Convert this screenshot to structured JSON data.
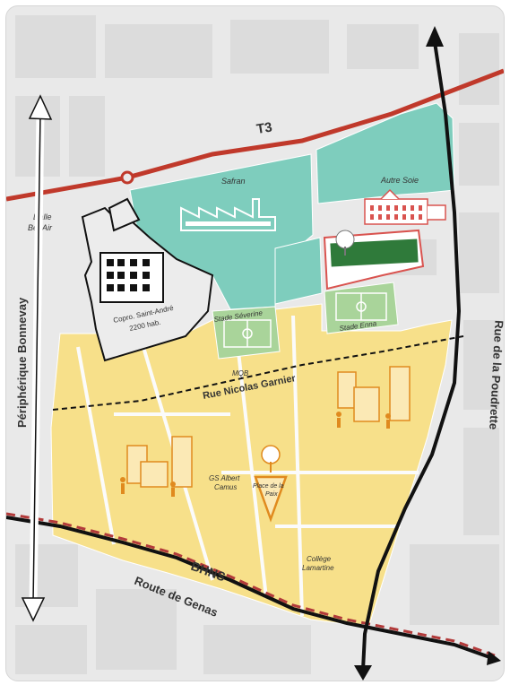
{
  "labels": {
    "t3": "T3",
    "bhns": "BHNS",
    "safran": "Safran",
    "autre_soie": "Autre Soie",
    "dalle_line1": "Dalle",
    "dalle_line2": "Bel-Air",
    "copro_line1": "Copro. Saint-André",
    "copro_line2": "2200 hab.",
    "stade_severine": "Stade Séverine",
    "stade_enna": "Stade Enna",
    "mqb": "MQB",
    "rue_nicolas_garnier": "Rue Nicolas Garnier",
    "peripherique": "Périphérique Bonnevay",
    "rue_poudrette": "Rue de la Poudrette",
    "route_genas": "Route de Genas",
    "gs_line1": "GS Albert",
    "gs_line2": "Camus",
    "place_line1": "Place de la",
    "place_line2": "Paix",
    "college_line1": "Collège",
    "college_line2": "Lamartine"
  },
  "colors": {
    "background": "#e9e9e9",
    "block_grey": "#d9d9d9",
    "street": "#f7f7f7",
    "residential_yellow": "#f7e08a",
    "industrial_teal": "#7ecdbd",
    "sport_green": "#a9d49a",
    "park_green": "#2f7a3a",
    "tram_red": "#c0392b",
    "bhns_dash": "#b23a3a",
    "heritage_pink": "#d9534f",
    "icon_orange": "#e08a1e",
    "road_black": "#111111"
  }
}
